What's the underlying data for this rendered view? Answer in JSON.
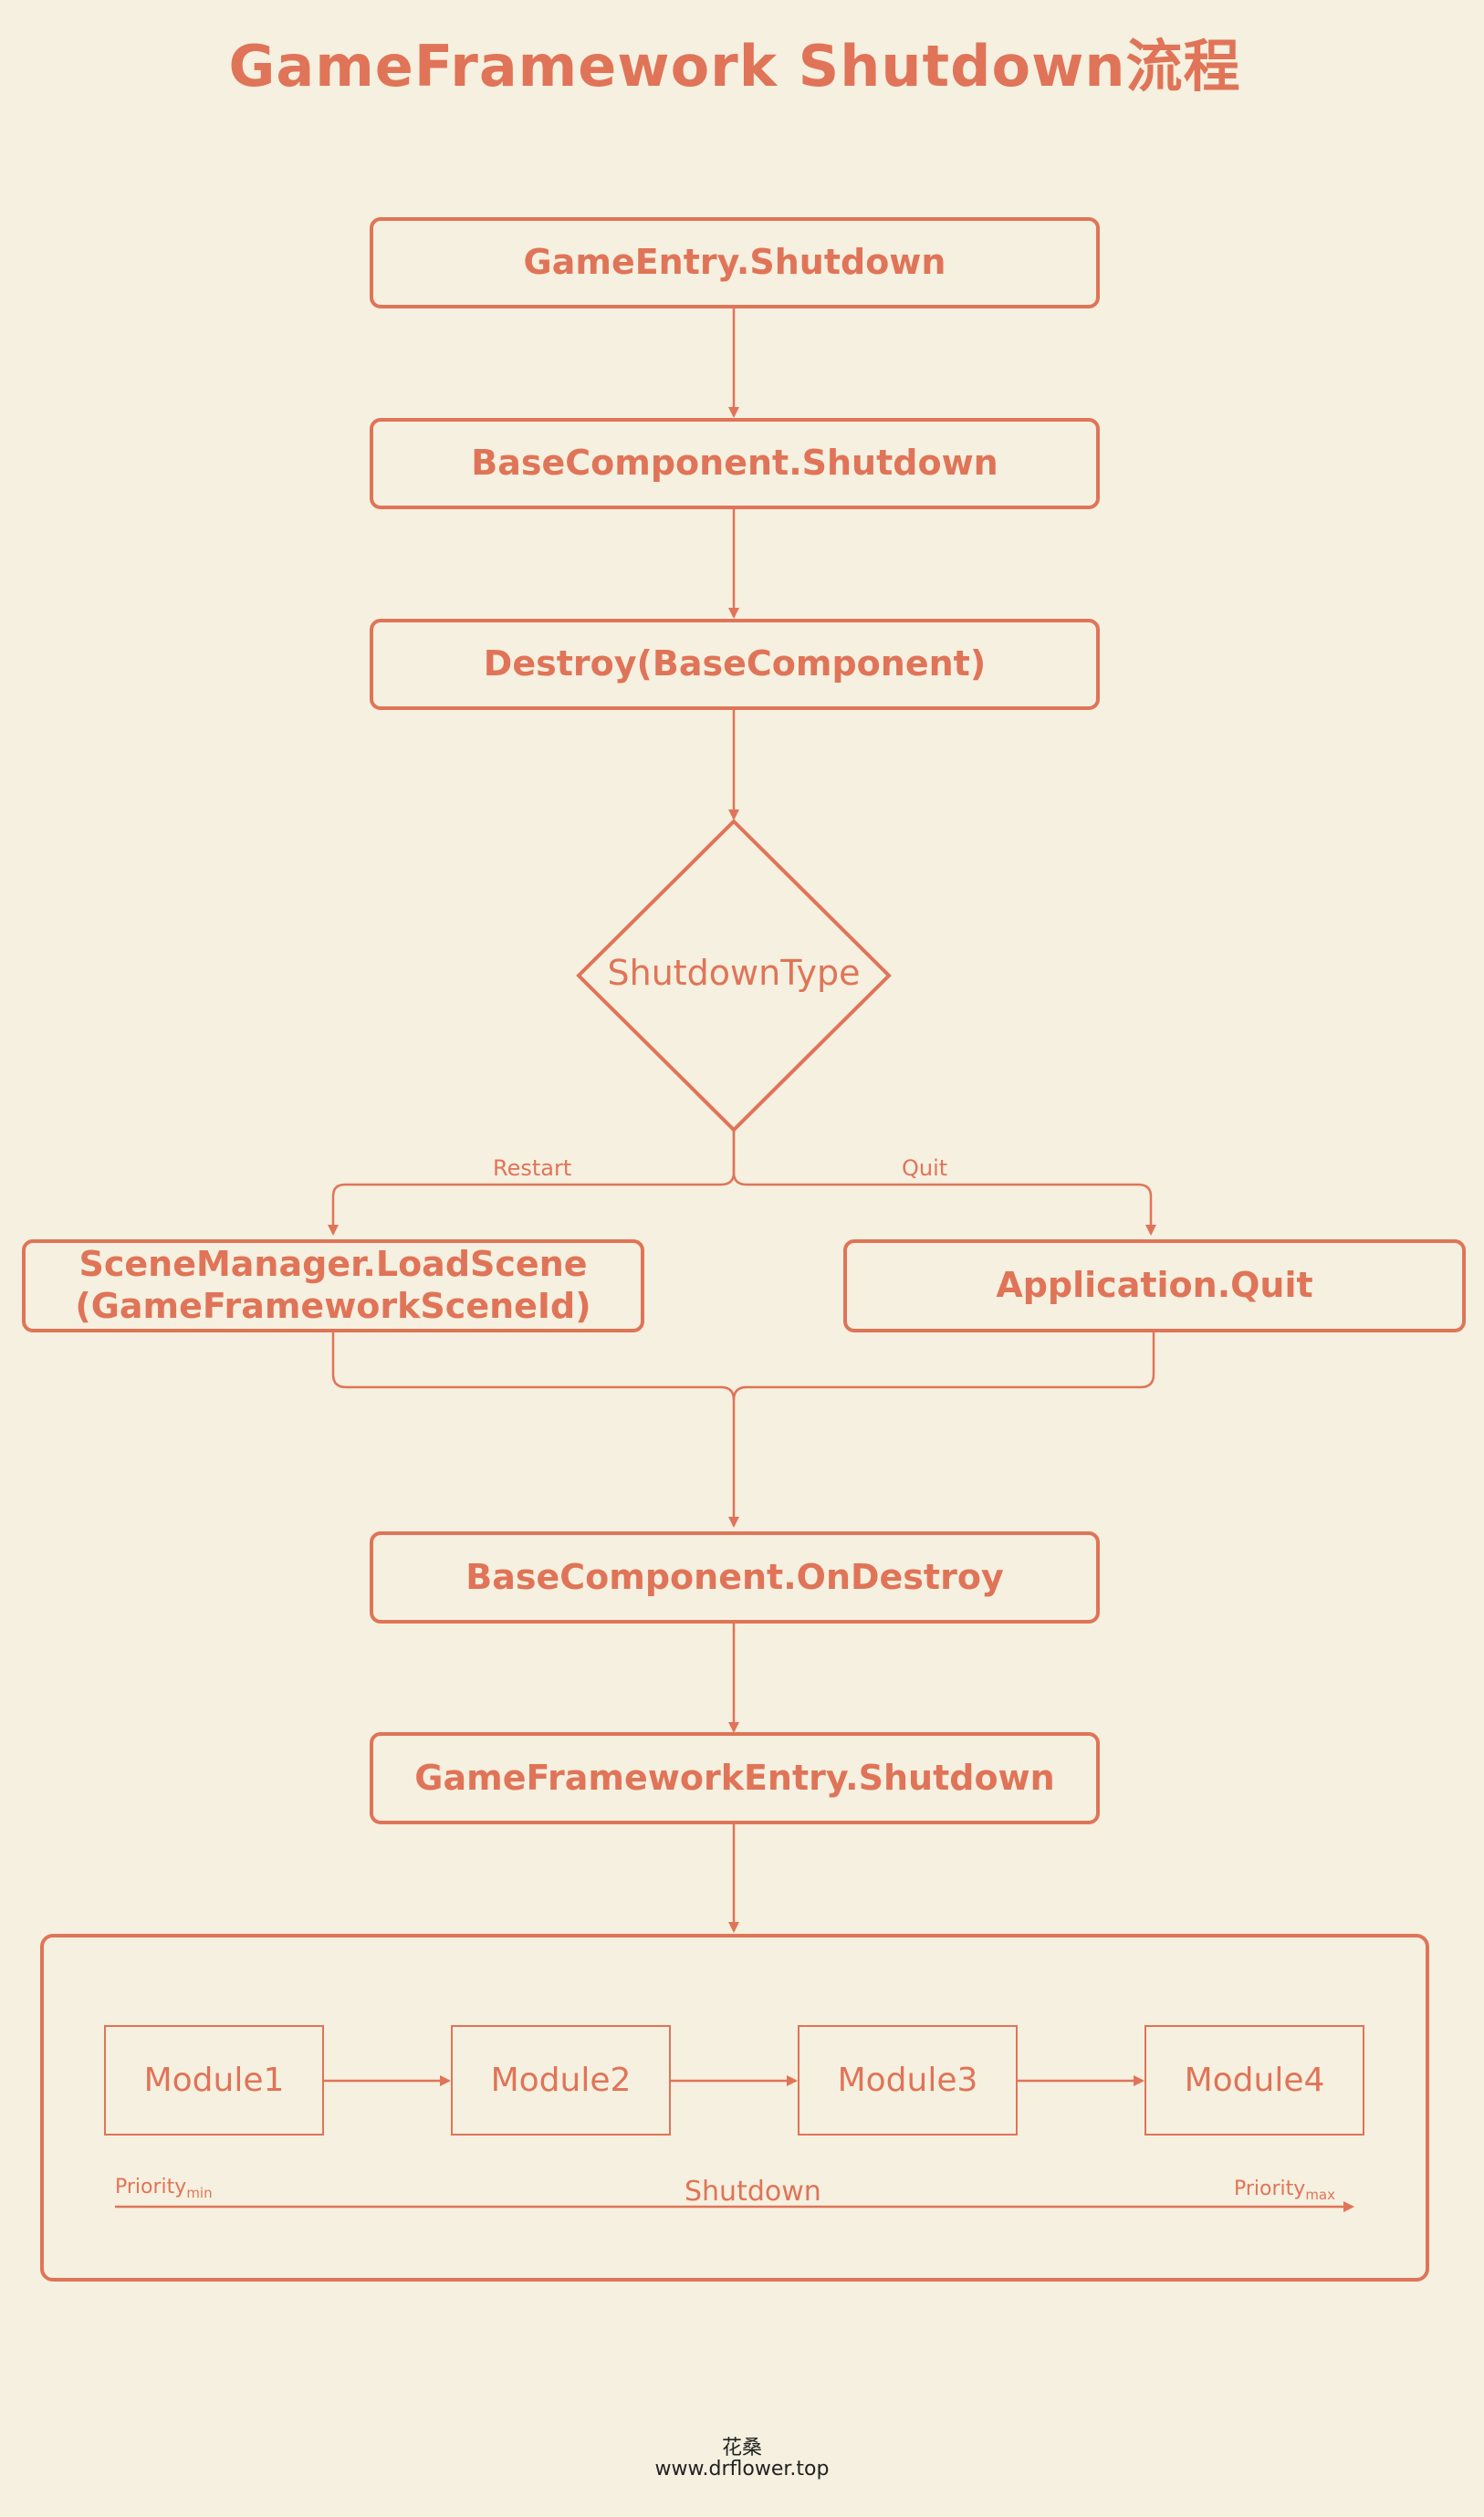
{
  "title": "GameFramework Shutdown流程",
  "nodes": {
    "game_entry_shutdown": "GameEntry.Shutdown",
    "base_component_shutdown": "BaseComponent.Shutdown",
    "destroy_base_component": "Destroy(BaseComponent)",
    "shutdown_type": "ShutdownType",
    "load_scene_line1": "SceneManager.LoadScene",
    "load_scene_line2": "(GameFrameworkSceneId)",
    "application_quit": "Application.Quit",
    "base_component_on_destroy": "BaseComponent.OnDestroy",
    "gf_entry_shutdown": "GameFrameworkEntry.Shutdown"
  },
  "edges": {
    "restart": "Restart",
    "quit": "Quit"
  },
  "modules": [
    "Module1",
    "Module2",
    "Module3",
    "Module4"
  ],
  "priority": {
    "min_base": "Priority",
    "min_sub": "min",
    "max_base": "Priority",
    "max_sub": "max",
    "axis_label": "Shutdown"
  },
  "footer": {
    "author": "花桑",
    "site": "www.drflower.top"
  },
  "colors": {
    "accent": "#e07458",
    "background": "#f5f0df"
  }
}
